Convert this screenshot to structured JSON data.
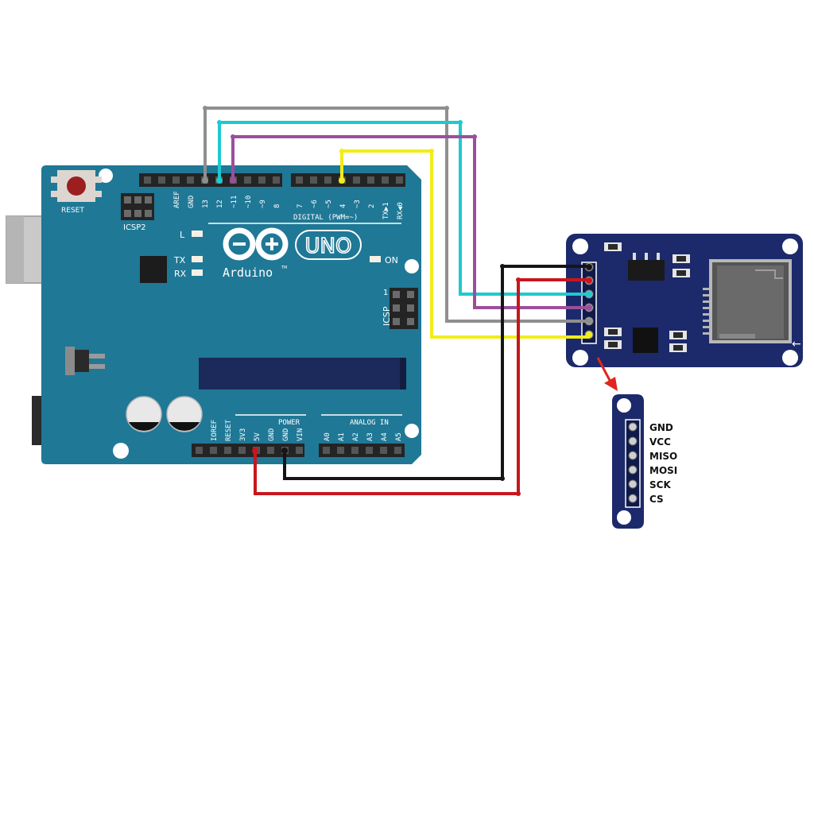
{
  "arduino": {
    "reset_label": "RESET",
    "icsp2_label": "ICSP2",
    "icsp_label": "ICSP",
    "icsp_pin1": "1",
    "led_l": "L",
    "led_tx": "TX",
    "led_rx": "RX",
    "led_on": "ON",
    "logo_uno": "UNO",
    "logo_arduino": "Arduino",
    "logo_tm": "TM",
    "digital_label": "DIGITAL (PWM=~)",
    "power_label": "POWER",
    "analog_label": "ANALOG IN",
    "top_pins": [
      "AREF",
      "GND",
      "13",
      "12",
      "~11",
      "~10",
      "~9",
      "8",
      "7",
      "~6",
      "~5",
      "4",
      "~3",
      "2",
      "TX▶1",
      "RX◀0"
    ],
    "bottom_power_pins": [
      "IOREF",
      "RESET",
      "3V3",
      "5V",
      "GND",
      "GND",
      "VIN"
    ],
    "bottom_analog_pins": [
      "A0",
      "A1",
      "A2",
      "A3",
      "A4",
      "A5"
    ]
  },
  "sd_module": {
    "pinout": [
      "GND",
      "VCC",
      "MISO",
      "MOSI",
      "SCK",
      "CS"
    ]
  },
  "colors": {
    "board": "#1f7896",
    "module": "#1c2a6b",
    "wire_gray": "#8f8f8f",
    "wire_cyan": "#1ec9cf",
    "wire_purple": "#9b4f9b",
    "wire_yellow": "#f2ec1a",
    "wire_black": "#151515",
    "wire_red": "#c8161d",
    "arrow": "#e0261e"
  }
}
